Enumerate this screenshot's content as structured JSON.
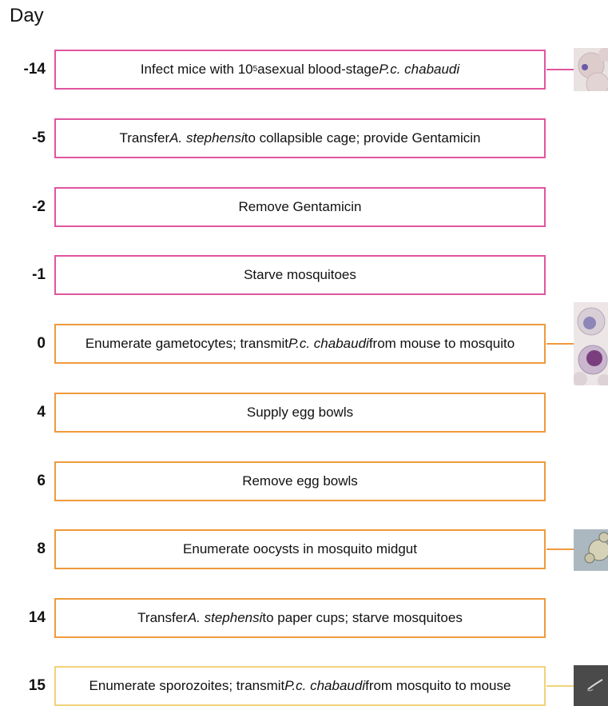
{
  "header": {
    "title": "Day"
  },
  "colors": {
    "magenta": "#e0559f",
    "orange": "#ef9a3c",
    "yellow": "#f1d27a"
  },
  "steps": [
    {
      "day": "-14",
      "color": "magenta",
      "parts": [
        {
          "text": "Infect mice with 10"
        },
        {
          "text": "5",
          "sup": true
        },
        {
          "text": " asexual blood-stage "
        },
        {
          "text": "P.c. chabaudi",
          "italic": true
        }
      ],
      "thumb": "blood-smear-micrograph"
    },
    {
      "day": "-5",
      "color": "magenta",
      "parts": [
        {
          "text": "Transfer "
        },
        {
          "text": "A. stephensi",
          "italic": true
        },
        {
          "text": " to collapsible cage; provide Gentamicin"
        }
      ]
    },
    {
      "day": "-2",
      "color": "magenta",
      "parts": [
        {
          "text": "Remove Gentamicin"
        }
      ]
    },
    {
      "day": "-1",
      "color": "magenta",
      "parts": [
        {
          "text": "Starve mosquitoes"
        }
      ]
    },
    {
      "day": "0",
      "color": "orange",
      "parts": [
        {
          "text": "Enumerate gametocytes; transmit "
        },
        {
          "text": "P.c. chabaudi",
          "italic": true
        },
        {
          "text": " from mouse to mosquito"
        }
      ],
      "thumb": "gametocyte-micrograph"
    },
    {
      "day": "4",
      "color": "orange",
      "parts": [
        {
          "text": "Supply egg bowls"
        }
      ]
    },
    {
      "day": "6",
      "color": "orange",
      "parts": [
        {
          "text": "Remove egg bowls"
        }
      ]
    },
    {
      "day": "8",
      "color": "orange",
      "parts": [
        {
          "text": "Enumerate oocysts in mosquito midgut"
        }
      ],
      "thumb": "oocyst-micrograph"
    },
    {
      "day": "14",
      "color": "orange",
      "parts": [
        {
          "text": "Transfer "
        },
        {
          "text": "A. stephensi",
          "italic": true
        },
        {
          "text": " to paper cups; starve mosquitoes"
        }
      ]
    },
    {
      "day": "15",
      "color": "yellow",
      "parts": [
        {
          "text": "Enumerate sporozoites; transmit "
        },
        {
          "text": "P.c. chabaudi",
          "italic": true
        },
        {
          "text": " from mosquito to mouse"
        }
      ],
      "thumb": "sporozoite-micrograph"
    }
  ]
}
